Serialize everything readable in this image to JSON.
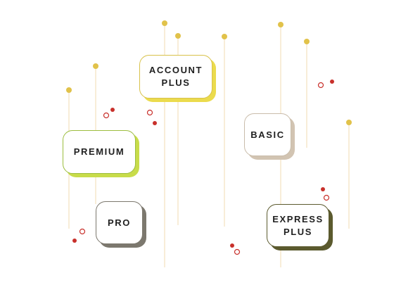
{
  "colors": {
    "line": "#f5e7cc",
    "pin": "#e1c24a",
    "dot": "#c8302b",
    "ring": "#c8302b"
  },
  "plans": [
    {
      "label": "ACCOUNT\nPLUS",
      "border": "#d8c24a",
      "shadow": "#ebdb4d"
    },
    {
      "label": "PREMIUM",
      "border": "#9cbd3e",
      "shadow": "#c8dc4a"
    },
    {
      "label": "BASIC",
      "border": "#c9bcaa",
      "shadow": "#d2c4b2"
    },
    {
      "label": "PRO",
      "border": "#7c786e",
      "shadow": "#7c786e"
    },
    {
      "label": "EXPRESS\nPLUS",
      "border": "#5b5a2e",
      "shadow": "#5b5a2e"
    }
  ]
}
